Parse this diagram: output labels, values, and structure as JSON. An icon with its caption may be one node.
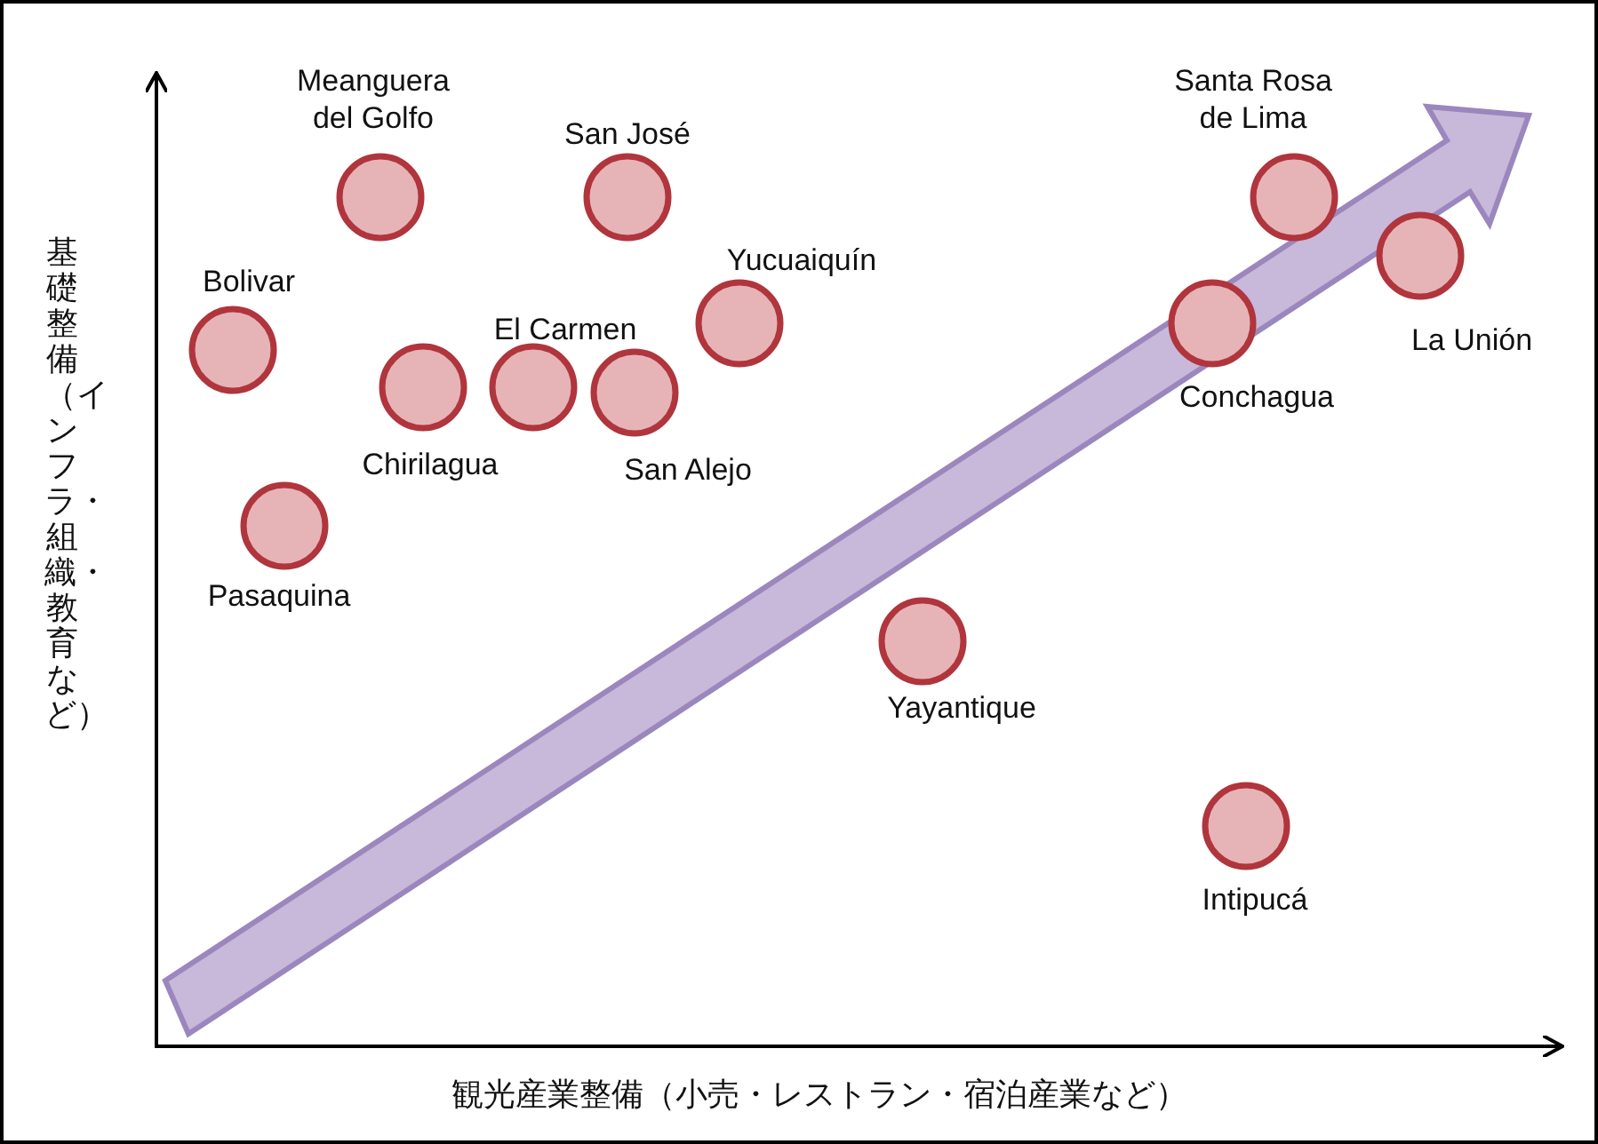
{
  "diagram": {
    "nodes": [
      {
        "text": [
          "Meanguera del Golfo"
        ]
      },
      {
        "text": [
          "San José"
        ]
      },
      {
        "text": [
          "Santa Rosa de Lima"
        ]
      },
      {
        "text": [
          "La Unión"
        ]
      },
      {
        "text": [
          "Bolivar"
        ]
      },
      {
        "text": [
          "Yucuaiquín"
        ]
      },
      {
        "text": [
          "Conchagua"
        ]
      },
      {
        "text": [
          "El Carmen"
        ]
      },
      {
        "text": [
          "Chirilagua"
        ]
      },
      {
        "text": [
          "San Alejo"
        ]
      },
      {
        "text": [
          "Pasaquina"
        ]
      },
      {
        "text": [
          "Yayantique"
        ]
      },
      {
        "text": [
          "Intipucá"
        ]
      }
    ],
    "labels": [
      "基礎整備（インフラ・組織・教育など）",
      "観光産業整備（小売・レストラン・宿泊産業など）"
    ]
  }
}
